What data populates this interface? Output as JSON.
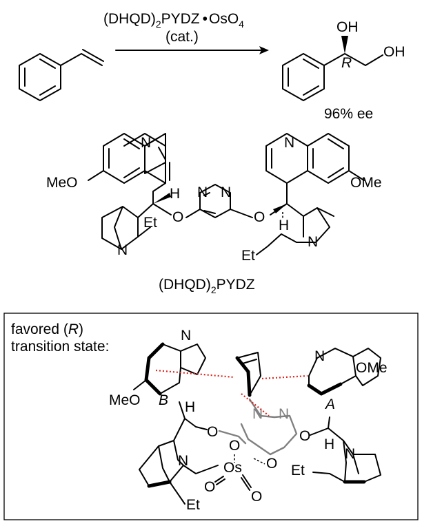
{
  "reaction": {
    "reagent_line1_pre": "(DHQD)",
    "reagent_line1_sub": "2",
    "reagent_line1_mid": "PYDZ",
    "reagent_line1_dot": "•",
    "reagent_line1_os": "OsO",
    "reagent_line1_sub2": "4",
    "reagent_line2": "(cat.)",
    "product_oh1": "OH",
    "product_oh2": "OH",
    "product_config": "R",
    "product_ee": "96% ee"
  },
  "ligand": {
    "n_quin_left": "N",
    "n_quin_right": "N",
    "meo_left": "MeO",
    "ome_right": "OMe",
    "h_left": "H",
    "h_right": "H",
    "et_left": "Et",
    "et_right": "Et",
    "o_left": "O",
    "o_right": "O",
    "n_pyd_left": "N",
    "n_pyd_right": "N",
    "n_quinuc_left": "N",
    "n_quinuc_right": "N",
    "name_pre": "(DHQD)",
    "name_sub": "2",
    "name_post": "PYDZ"
  },
  "transition_state": {
    "line1_pre": "favored (",
    "line1_r": "R",
    "line1_post": ")",
    "line2": "transition state:",
    "n_quin_left": "N",
    "n_quin_right": "N",
    "ome": "OMe",
    "meo": "MeO",
    "label_b": "B",
    "label_a": "A",
    "h_left": "H",
    "h_right": "H",
    "o_left": "O",
    "o_right": "O",
    "o_os1": "O",
    "o_os2": "O",
    "o_os3": "O",
    "o_os4": "O",
    "os": "Os",
    "n_pyd": "N",
    "n_pyd2": "N",
    "n_quinuc_left": "N",
    "n_quinuc_right": "N",
    "et_left": "Et",
    "et_right": "Et"
  }
}
